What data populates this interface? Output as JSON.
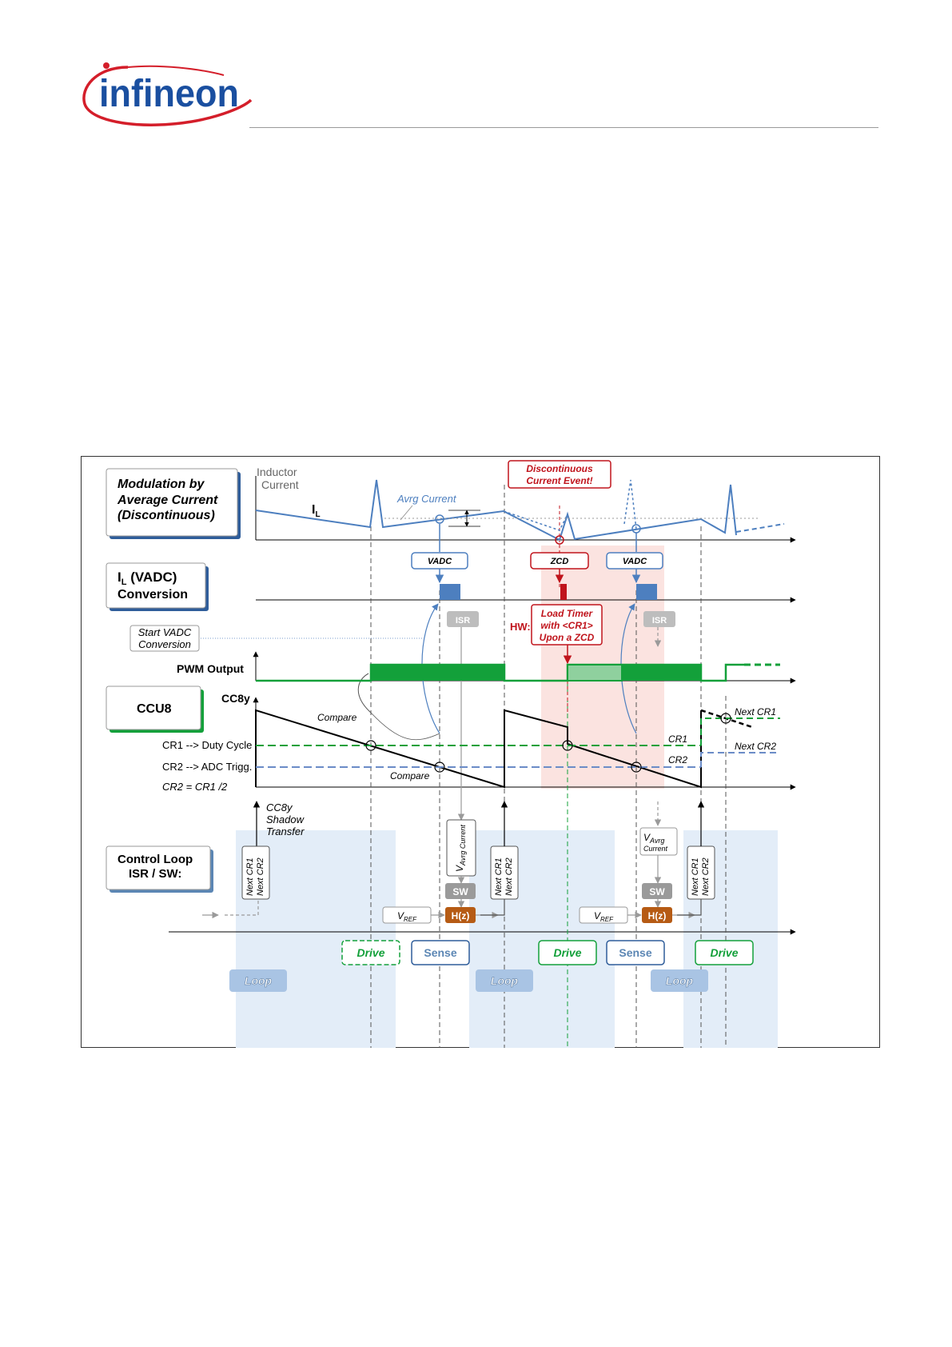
{
  "header": {
    "brand": "infineon",
    "colors": {
      "brand_blue": "#1a4fa0",
      "brand_red": "#d41e2a"
    }
  },
  "diagram": {
    "colors": {
      "il_line": "#4d7fbf",
      "pwm_green": "#13a03a",
      "cr2_blue": "#6b8cc7",
      "zcd_red": "#c0141c",
      "loop_band": "#e3edf8",
      "zcd_band": "#fbe3e0",
      "hz_box": "#b65b14",
      "isr_grey": "#bdbdbd"
    },
    "titles": {
      "modulation": [
        "Modulation by",
        "Average Current",
        "(Discontinuous)"
      ],
      "il_conv_sym": "I",
      "il_conv_sub": "L",
      "il_conv_rest": " (VADC)",
      "il_conv_line2": "Conversion",
      "ccu8": "CCU8",
      "control": [
        "Control Loop",
        "ISR / SW:"
      ]
    },
    "labels": {
      "inductor_current": [
        "Inductor",
        "Current"
      ],
      "il_sym": "I",
      "il_sub": "L",
      "avrg_current": "Avrg Current",
      "discontinuous_event": [
        "Discontinuous",
        "Current Event!"
      ],
      "vadc": "VADC",
      "zcd": "ZCD",
      "isr": "ISR",
      "hw": "HW:",
      "load_timer": [
        "Load Timer",
        "with <CR1>",
        "Upon a ZCD"
      ],
      "start_vadc": [
        "Start VADC",
        "Conversion"
      ],
      "pwm_output": "PWM Output",
      "cc8y": "CC8y",
      "compare": "Compare",
      "cr1_duty": "CR1 --> Duty Cycle",
      "cr2_adc": "CR2 --> ADC Trigg.",
      "cr2_eq": "CR2  =  CR1 /2",
      "cr1": "CR1",
      "cr2": "CR2",
      "next_cr1": "Next CR1",
      "next_cr2": "Next CR2",
      "shadow": [
        "CC8y",
        "Shadow",
        "Transfer"
      ],
      "v_main": "V",
      "vavrg_sub": "Avrg Current",
      "vavrg_sub1": "Avrg",
      "vavrg_sub2": "Current",
      "vref_sub": "REF",
      "sw": "SW",
      "hz": "H(z)",
      "drive": "Drive",
      "sense": "Sense",
      "loop": "Loop"
    }
  }
}
